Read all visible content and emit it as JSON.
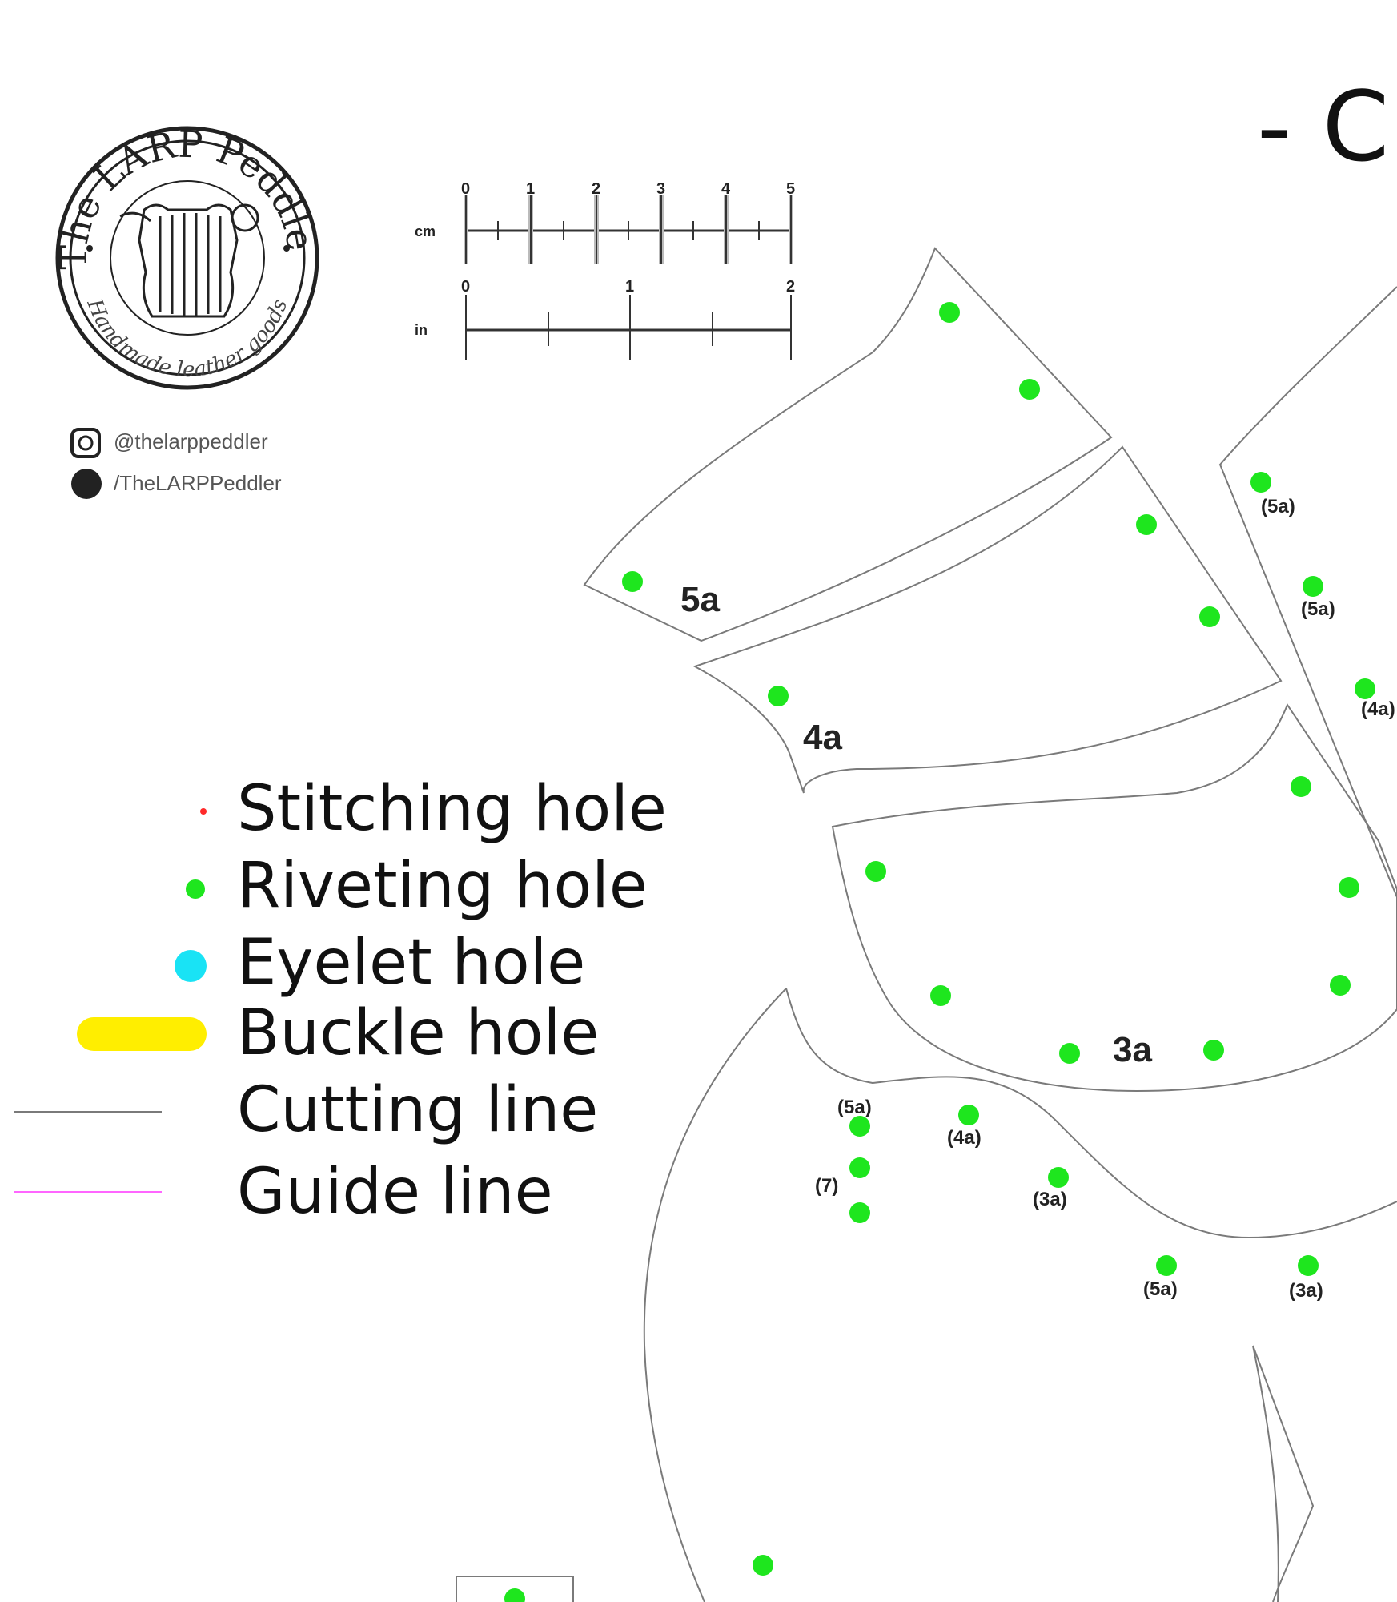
{
  "title": "- C",
  "logo": {
    "brand": "The LARP Peddler",
    "tagline": "Handmade leather goods"
  },
  "social": {
    "instagram": "@thelarppeddler",
    "second": "/TheLARPPeddler"
  },
  "scale": {
    "cm_label": "cm",
    "in_label": "in",
    "cm_ticks": [
      "0",
      "1",
      "2",
      "3",
      "4",
      "5"
    ],
    "in_ticks": [
      "0",
      "1",
      "2"
    ]
  },
  "legend": {
    "stitching": "Stitching hole",
    "riveting": "Riveting hole",
    "eyelet": "Eyelet hole",
    "buckle": "Buckle hole",
    "cutting": "Cutting line",
    "guide": "Guide line"
  },
  "colors": {
    "stitching": "#ff2a2a",
    "riveting": "#1ee61e",
    "eyelet": "#19e3f5",
    "buckle": "#ffee00",
    "cutting": "#7a7a7a",
    "guide": "#ff66ff"
  },
  "pieces": {
    "p5a": "5a",
    "p4a": "4a",
    "p3a": "3a"
  },
  "refs": {
    "r_5a_top": "(5a)",
    "r_5a_mid": "(5a)",
    "r_4a_right": "(4a)",
    "r_5a_left": "(5a)",
    "r_4a_left": "(4a)",
    "r_7": "(7)",
    "r_3a_mid": "(3a)",
    "r_5a_low": "(5a)",
    "r_3a_low": "(3a)"
  }
}
